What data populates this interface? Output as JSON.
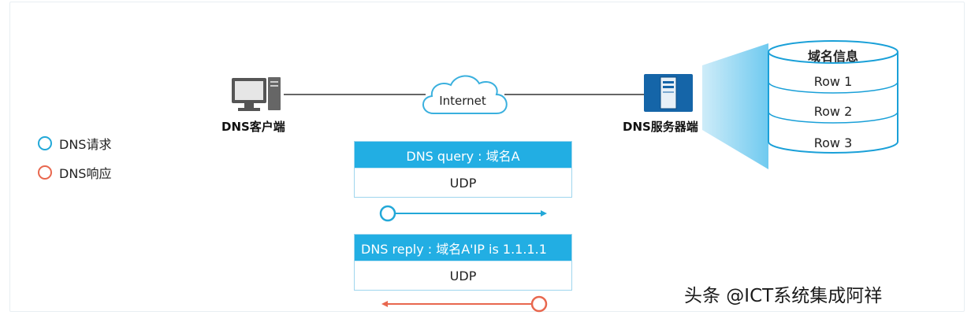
{
  "legend": {
    "request_label": "DNS请求",
    "response_label": "DNS响应",
    "request_color": "#22a8d8",
    "response_color": "#e8674e"
  },
  "client": {
    "label": "DNS客户端",
    "icon": "computer-icon"
  },
  "cloud": {
    "label": "Internet",
    "icon": "cloud-icon"
  },
  "server": {
    "label": "DNS服务器端",
    "icon": "server-icon"
  },
  "database": {
    "header": "域名信息",
    "rows": [
      "Row 1",
      "Row 2",
      "Row 3"
    ]
  },
  "query_packet": {
    "header": "DNS query : 域名A",
    "body": "UDP"
  },
  "reply_packet": {
    "header": "DNS reply : 域名A'IP is 1.1.1.1",
    "body": "UDP"
  },
  "watermark": "头条 @ICT系统集成阿祥"
}
